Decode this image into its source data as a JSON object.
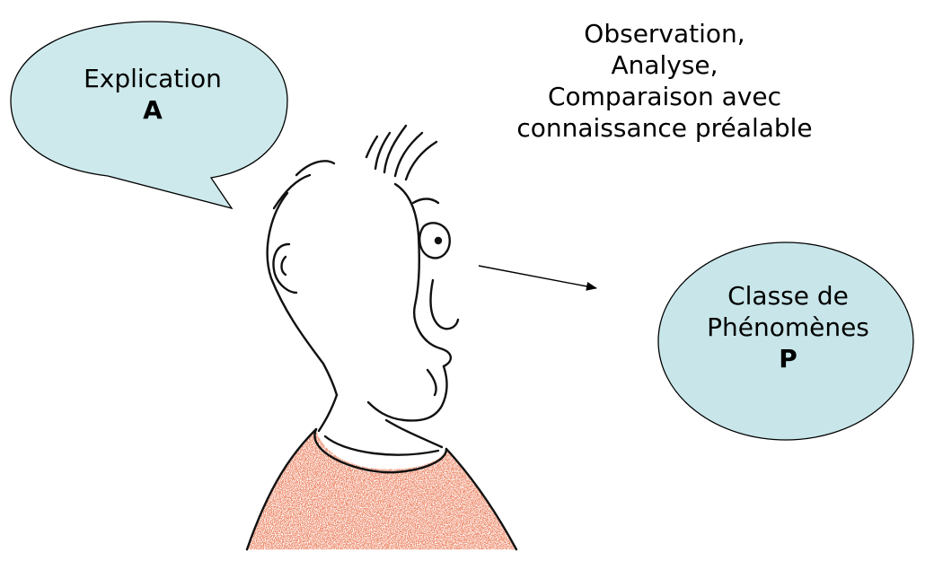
{
  "bubble": {
    "line1": "Explication",
    "line2": "A"
  },
  "process": {
    "line1": "Observation,",
    "line2": "Analyse,",
    "line3": "Comparaison avec",
    "line4": "connaissance préalable"
  },
  "phenomena": {
    "line1": "Classe de",
    "line2": "Phénomènes",
    "line3": "P"
  },
  "colors": {
    "bubble_fill": "#cde9ec",
    "ellipse_fill": "#c8e6ea",
    "sweater": "#d8462a",
    "outline": "#000000"
  }
}
